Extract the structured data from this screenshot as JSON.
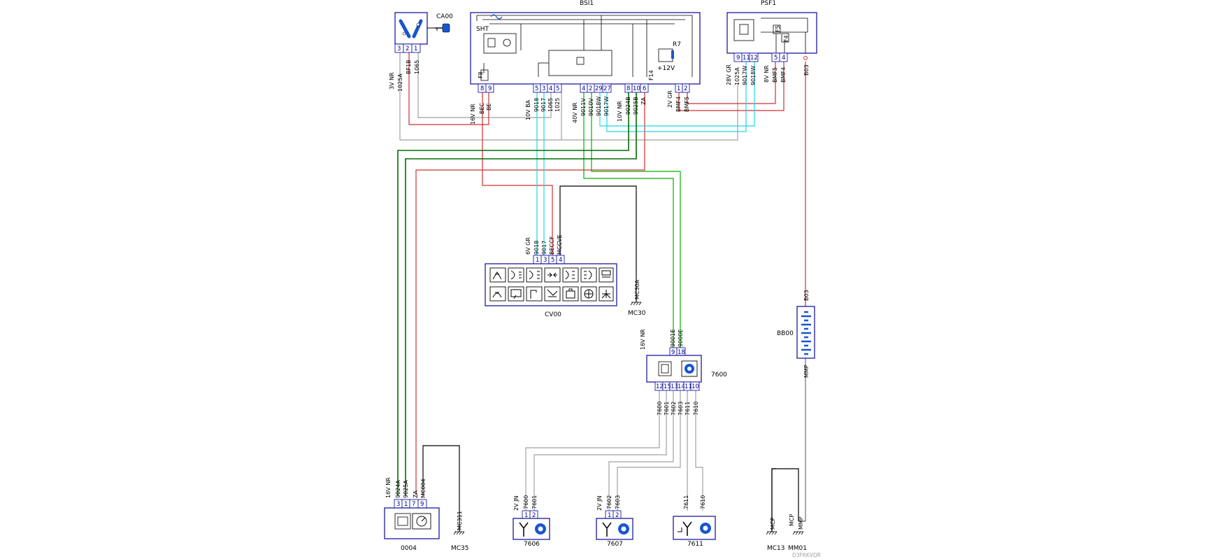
{
  "components": {
    "ca00": {
      "id": "CA00",
      "pins": [
        "3",
        "2",
        "1"
      ],
      "wires": [
        "1025A",
        "BF1B",
        "1065"
      ],
      "gauge": "3V NR"
    },
    "bsi1": {
      "id": "BSI1",
      "inner": {
        "sht": "SHT",
        "r7": "R7",
        "f8": "F8",
        "f14": "F14",
        "f12v": "+12V"
      },
      "conn_16v": {
        "gauge": "16V NR",
        "pins": [
          "8",
          "9"
        ],
        "wires": [
          "BEC",
          "BE"
        ]
      },
      "conn_10v_ba": {
        "gauge": "10V BA",
        "pins": [
          "5",
          "3",
          "4",
          "5"
        ],
        "wires": [
          "9018",
          "9017",
          "1065",
          "1025"
        ]
      },
      "conn_40v": {
        "gauge": "40V NR",
        "pins": [
          "4",
          "2",
          "29",
          "27"
        ],
        "wires": [
          "9011V",
          "9010V",
          "9018W",
          "9017W"
        ]
      },
      "conn_10v_nr": {
        "gauge": "10V NR",
        "pins": [
          "8",
          "10",
          "6"
        ],
        "wires": [
          "9024B",
          "9025B",
          "ZA"
        ]
      },
      "conn_2v": {
        "gauge": "2V GR",
        "pins": [
          "1",
          "2"
        ],
        "wires": [
          "BMF4",
          "BMF5"
        ]
      }
    },
    "psf1": {
      "id": "PSF1",
      "inner": {
        "f5": "F5",
        "f4": "F4"
      },
      "conn_28v": {
        "gauge": "28V GR",
        "pins": [
          "9",
          "11",
          "12"
        ],
        "wires": [
          "1025A",
          "9017W",
          "9018W"
        ]
      },
      "conn_8v": {
        "gauge": "8V NR",
        "pins": [
          "5",
          "4"
        ],
        "wires": [
          "BMF5",
          "BMF4"
        ]
      },
      "b03": "B03"
    },
    "cv00": {
      "id": "CV00",
      "gauge": "6V GR",
      "pins": [
        "1",
        "3",
        "5",
        "4"
      ],
      "wires": [
        "9018",
        "9017",
        "BECCF",
        "MCCVE"
      ]
    },
    "mc30": {
      "id": "MC30",
      "wire": "MC30A"
    },
    "bb00": {
      "id": "BB00",
      "top": "B03",
      "bottom": "MMP"
    },
    "c7600": {
      "id": "7600",
      "top_gauge": "16V NR",
      "top_pins": [
        "9",
        "18"
      ],
      "top_wires": [
        "9001E",
        "9000E"
      ],
      "bottom_pins": [
        "12",
        "15",
        "13",
        "14",
        "11",
        "10"
      ],
      "bottom_wires": [
        "7600",
        "7601",
        "7602",
        "7603",
        "7611",
        "7610"
      ]
    },
    "c0004": {
      "id": "0004",
      "gauge": "16V NR",
      "pins": [
        "3",
        "1",
        "7",
        "9"
      ],
      "wires": [
        "9024A",
        "9025A",
        "ZA",
        "MC004"
      ]
    },
    "mc35": {
      "id": "MC35",
      "wire": "MC311"
    },
    "c7606": {
      "id": "7606",
      "gauge": "2V JN",
      "pins": [
        "1",
        "2"
      ],
      "wires": [
        "7600",
        "7601"
      ]
    },
    "c7607": {
      "id": "7607",
      "gauge": "2V JN",
      "pins": [
        "1",
        "2"
      ],
      "wires": [
        "7602",
        "7603"
      ]
    },
    "c7611": {
      "id": "7611",
      "pins": [],
      "wires": [
        "7611",
        "7610"
      ]
    },
    "mc13": {
      "id": "MC13",
      "wire": "MCP"
    },
    "mm01": {
      "id": "MM01",
      "wires": [
        "MCP",
        "MMP"
      ]
    }
  },
  "footer_code": "D3FKKVQR",
  "colors": {
    "box": "#1a1aa0",
    "grey": "#a0a0a0",
    "red": "#d03030",
    "cyan": "#20d8e8",
    "green": "#00b000",
    "dark_green": "#006e00",
    "black": "#000000",
    "blue": "#1a55d0"
  }
}
